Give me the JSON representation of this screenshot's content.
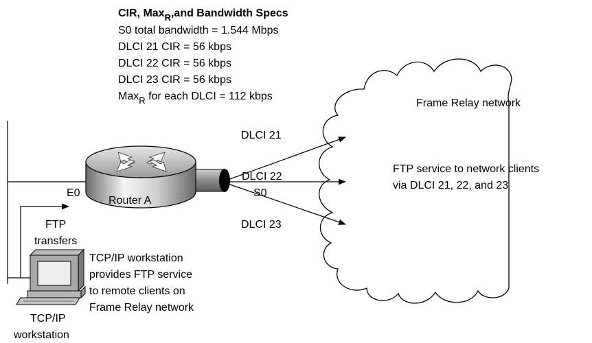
{
  "specs": {
    "title_main": "CIR, Max",
    "title_sub": "R",
    "title_rest": ",and Bandwidth Specs",
    "lines": [
      "S0 total bandwidth = 1.544 Mbps",
      "DLCI 21 CIR = 56 kbps",
      "DLCI 22 CIR = 56 kbps",
      "DLCI 23 CIR = 56 kbps"
    ],
    "maxr_main": "Max",
    "maxr_sub": "R",
    "maxr_rest": " for each DLCI = 112 kbps"
  },
  "cloud": {
    "title": "Frame Relay network",
    "service_line1": "FTP service to network clients",
    "service_line2": "via DLCI 21, 22, and 23"
  },
  "links": {
    "dlci21": "DLCI 21",
    "dlci22": "DLCI 22",
    "dlci23": "DLCI 23",
    "serial": "S0",
    "ethernet": "E0"
  },
  "router": {
    "label": "Router A"
  },
  "transfers": {
    "line1": "FTP",
    "line2": "transfers"
  },
  "workstation": {
    "desc": [
      "TCP/IP workstation",
      "provides FTP service",
      "to remote clients on",
      "Frame Relay network"
    ],
    "label1": "TCP/IP",
    "label2": "workstation"
  }
}
